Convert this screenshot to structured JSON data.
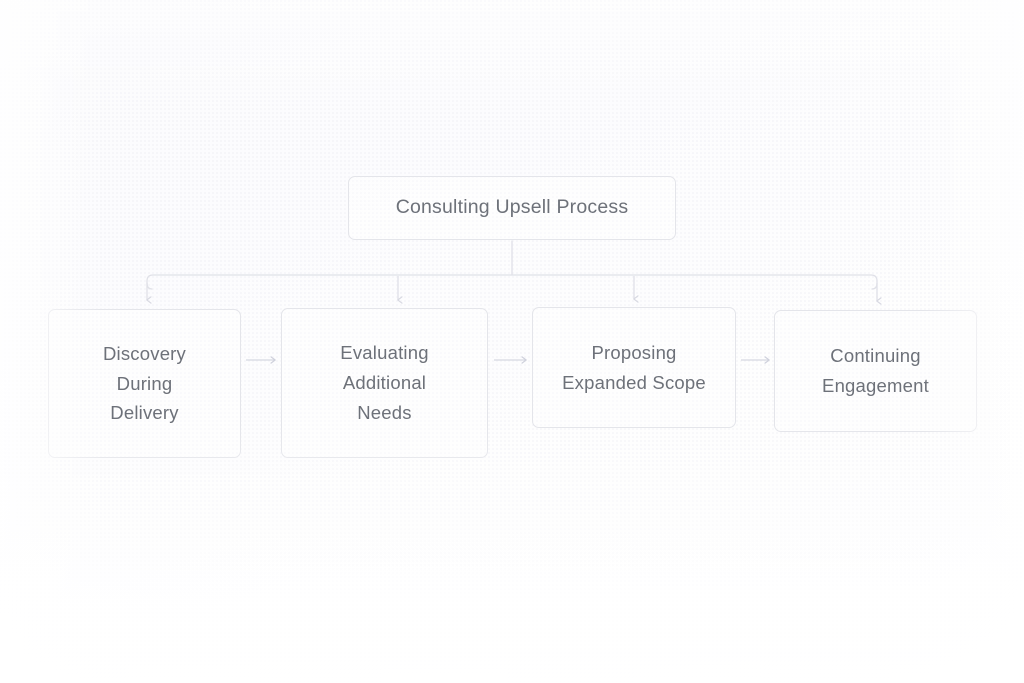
{
  "diagram": {
    "title_node": {
      "label": "Consulting Upsell Process"
    },
    "steps": [
      {
        "label": "Discovery\nDuring\nDelivery"
      },
      {
        "label": "Evaluating\nAdditional\nNeeds"
      },
      {
        "label": "Proposing\nExpanded Scope"
      },
      {
        "label": "Continuing\nEngagement"
      }
    ],
    "colors": {
      "background": "#fdfdfe",
      "node_border": "#e4e5ea",
      "text": "#6d7179",
      "connector": "#e0e1e8"
    }
  }
}
